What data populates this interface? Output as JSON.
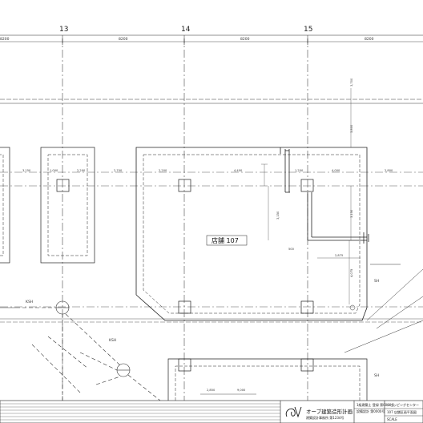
{
  "grid": {
    "labels": {
      "g13": "13",
      "g14": "14",
      "g15": "15"
    },
    "spacing": {
      "left": "8200",
      "mid1": "8200",
      "mid2": "8200",
      "right": "8200"
    }
  },
  "room": {
    "label": "店舗 107"
  },
  "annotations": {
    "ksh_1": "KSH",
    "ksh_2": "KSH",
    "sh_1": "SH",
    "sh_2": "SH"
  },
  "dimensions": {
    "row_a": "3,150",
    "row_b": "1,000",
    "row_c": "2,200",
    "row_d": "2,700",
    "row_e": "2,200",
    "row_f": "4,400",
    "row_g": "1,250",
    "row_h": "4,000",
    "row_i": "2,800",
    "v_right_top": "3,700",
    "v_right_mid": "3,800",
    "v_right_low": "3,150",
    "v_right_btm": "4,075",
    "v_inner": "3,150",
    "h_inner": "2,875",
    "h_small": "500",
    "h_bottom": "2,850",
    "h_bottom2": "9,000"
  },
  "title_block": {
    "firm_name": "オーブ建築造形計画",
    "firm_sub": "建築設計事務所  第1234号",
    "project": "ショッピングセンター",
    "drawing": "107 店舗区画平面図",
    "scale_label": "SCALE",
    "info_1": "1級建築士  登録  第0000号",
    "info_2": "設備設計  第0000号"
  }
}
